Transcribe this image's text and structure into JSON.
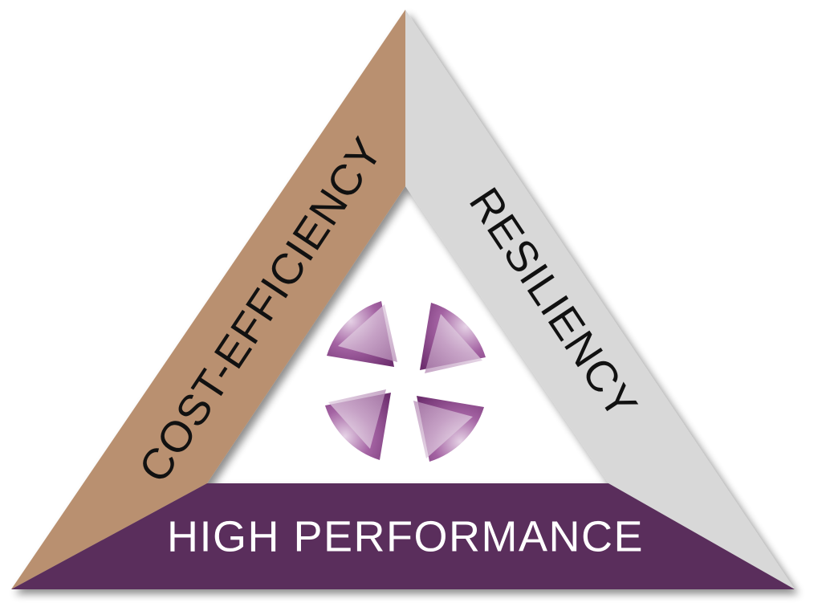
{
  "sides": {
    "left": {
      "label": "COST-EFFICIENCY",
      "color": "#B9906F",
      "text_color": "#111111"
    },
    "right": {
      "label": "RESILIENCY",
      "color": "#D8D8D8",
      "text_color": "#111111"
    },
    "bottom": {
      "label": "HIGH PERFORMANCE",
      "color": "#5A2E5B",
      "text_color": "#FFFFFF"
    }
  },
  "center": {
    "icon": "four-petal-sphere-logo",
    "color": "#8E4A8C"
  }
}
